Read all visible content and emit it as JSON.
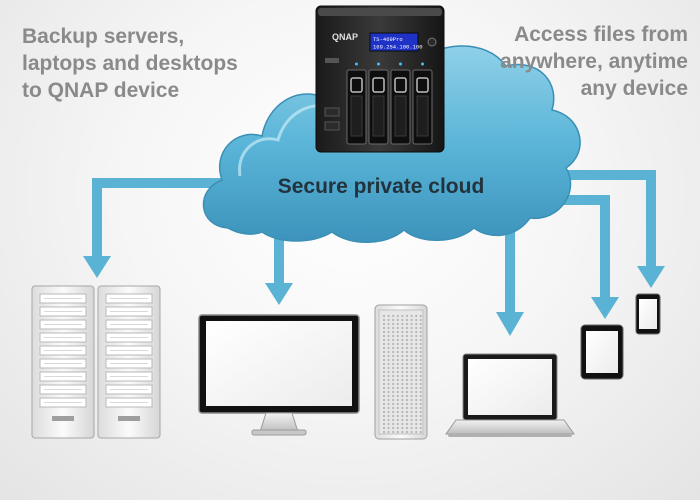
{
  "captions": {
    "left": [
      "Backup servers,",
      "laptops and desktops",
      "to QNAP device"
    ],
    "right": [
      "Access files from",
      "anywhere, anytime",
      "any device"
    ]
  },
  "cloud": {
    "label": "Secure private cloud",
    "color": "#4fa9cc"
  },
  "nas": {
    "brand_logo": "QNAP",
    "display_lines": [
      "TS-469Pro",
      "169.254.100.100"
    ],
    "drive_bays": 4
  },
  "colors": {
    "arrow": "#5ab3d4",
    "caption_text": "#8a8a8a",
    "cloud_text": "#22333d",
    "device_body": "#e8e8e8",
    "screen": "#111111"
  },
  "devices": [
    {
      "name": "rack-server",
      "icon": "server-icon"
    },
    {
      "name": "rack-server",
      "icon": "server-icon"
    },
    {
      "name": "desktop-monitor",
      "icon": "monitor-icon"
    },
    {
      "name": "tower-computer",
      "icon": "tower-pc-icon"
    },
    {
      "name": "laptop",
      "icon": "laptop-icon"
    },
    {
      "name": "tablet",
      "icon": "tablet-icon"
    },
    {
      "name": "smartphone",
      "icon": "phone-icon"
    }
  ]
}
